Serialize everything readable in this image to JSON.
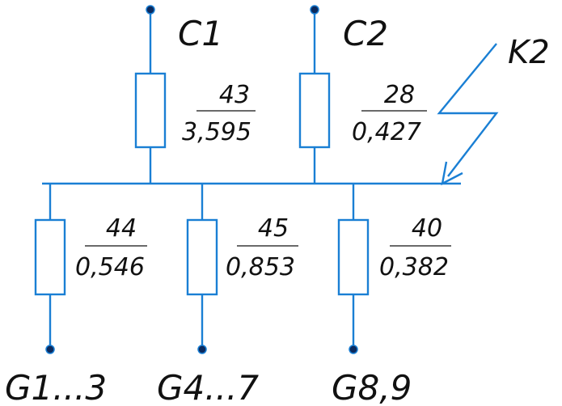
{
  "sources": {
    "c1": {
      "label": "C1",
      "numerator": "43",
      "denominator": "3,595"
    },
    "c2": {
      "label": "C2",
      "numerator": "28",
      "denominator": "0,427"
    }
  },
  "loads": {
    "g1": {
      "label": "G1...3",
      "numerator": "44",
      "denominator": "0,546"
    },
    "g4": {
      "label": "G4...7",
      "numerator": "45",
      "denominator": "0,853"
    },
    "g8": {
      "label": "G8,9",
      "numerator": "40",
      "denominator": "0,382"
    }
  },
  "fault": {
    "label": "K2"
  },
  "colors": {
    "wire": "#1a7fd4",
    "terminal": "#0b2a5e",
    "text": "#111111"
  }
}
